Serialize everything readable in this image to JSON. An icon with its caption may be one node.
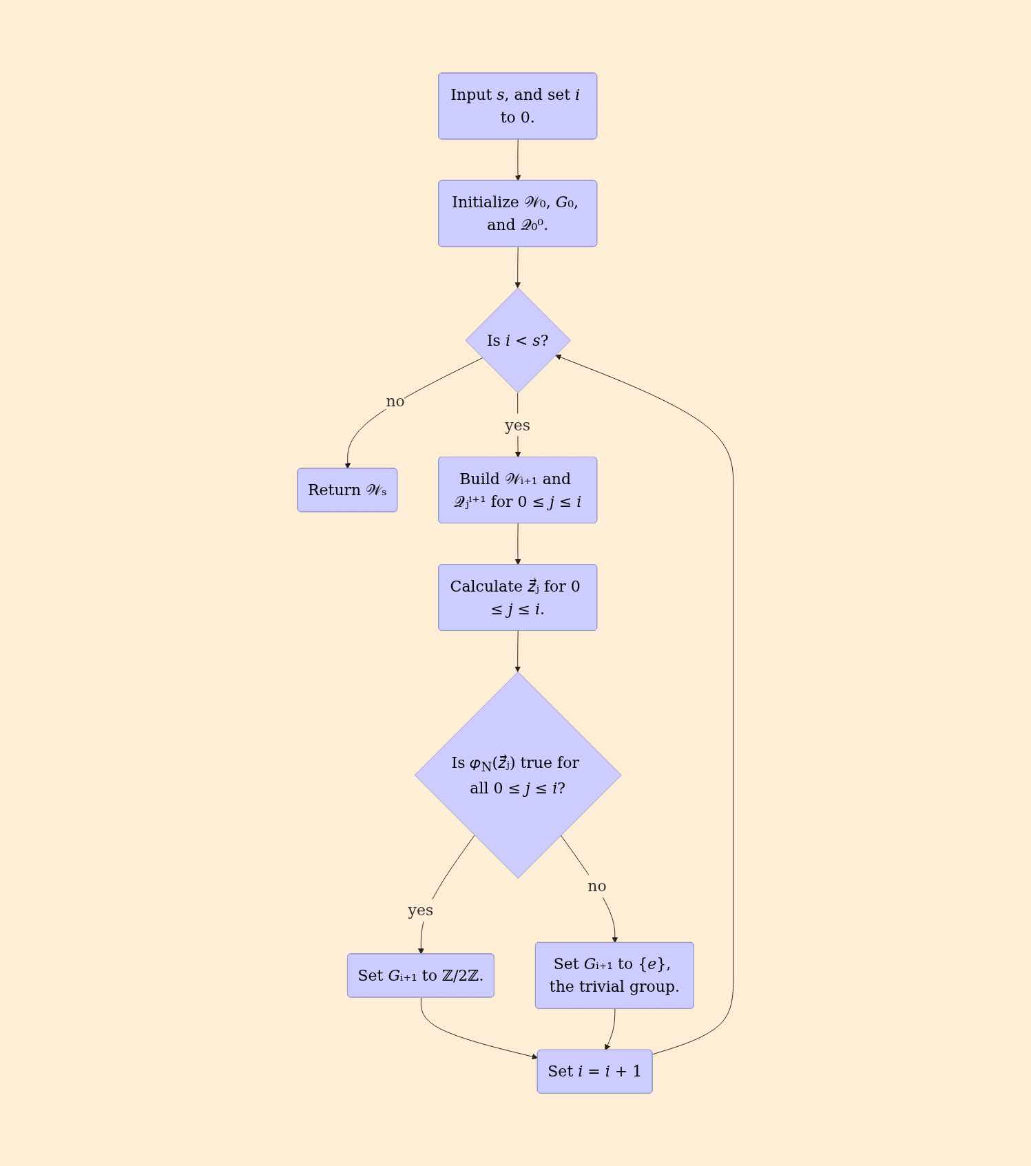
{
  "diagram": {
    "nodes": [
      {
        "text": [
          "Input 𝑠, and set 𝑖 to 0."
        ]
      },
      {
        "text": [
          "Initialize 𝒲₀, 𝐺₀, and 𝒬₀⁰."
        ]
      },
      {
        "text": [
          "Is 𝑖 < 𝑠?"
        ]
      },
      {
        "text": [
          "Return 𝒲ₛ"
        ]
      },
      {
        "text": [
          "Build 𝒲ᵢ₊₁ and 𝒬ⱼⁱ⁺¹ for 0 ≤ 𝑗 ≤ 𝑖"
        ]
      },
      {
        "text": [
          "Calculate 𝑧⃗ⱼ for 0 ≤ 𝑗 ≤ 𝑖."
        ]
      },
      {
        "text": [
          "Is 𝜑$_{N}$(𝑧⃗ⱼ) true for all 0 ≤ 𝑗 ≤ 𝑖?"
        ]
      },
      {
        "text": [
          "Set 𝐺ᵢ₊₁ to ℤ/2ℤ."
        ]
      },
      {
        "text": [
          "Set 𝑖 = 𝑖 + 1"
        ]
      },
      {
        "text": [
          "Set 𝐺ᵢ₊₁ to {𝑒}, the trivial group."
        ]
      }
    ],
    "edges": [
      {
        "from": 0,
        "to": 1,
        "arrow": "to"
      },
      {
        "from": 1,
        "to": 2,
        "arrow": "to"
      },
      {
        "from": 2,
        "to": 3,
        "label": "no",
        "arrow": "to"
      },
      {
        "from": 2,
        "to": 4,
        "label": "yes",
        "arrow": "to"
      },
      {
        "from": 4,
        "to": 5,
        "arrow": "to"
      },
      {
        "from": 5,
        "to": 6,
        "arrow": "to"
      },
      {
        "from": 6,
        "to": 7,
        "label": "yes",
        "arrow": "to"
      },
      {
        "from": 6,
        "to": 9,
        "label": "no",
        "arrow": "to"
      },
      {
        "from": 7,
        "to": 8,
        "arrow": "to"
      },
      {
        "from": 9,
        "to": 8,
        "arrow": "to"
      },
      {
        "from": 8,
        "to": 2,
        "arrow": "to"
      }
    ]
  }
}
